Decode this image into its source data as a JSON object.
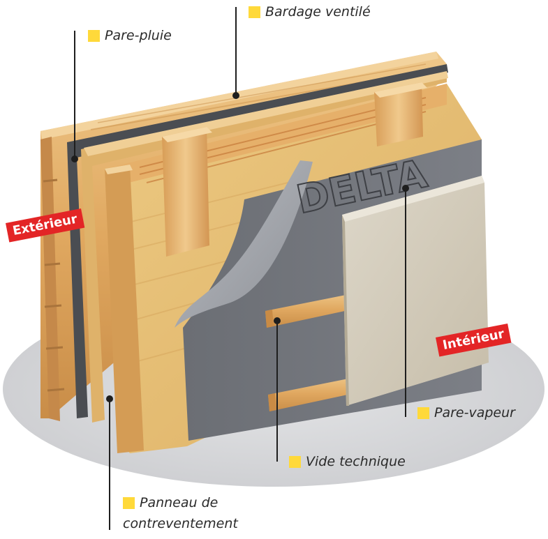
{
  "labels": {
    "bardage": "Bardage ventilé",
    "pare_pluie": "Pare-pluie",
    "pare_vapeur": "Pare-vapeur",
    "vide_technique": "Vide technique",
    "panneau_line1": "Panneau de",
    "panneau_line2": "contreventement",
    "exterieur": "Extérieur",
    "interieur": "Intérieur",
    "membrane_brand": "DELTA"
  },
  "colors": {
    "accent_yellow": "#ffd93a",
    "badge_red": "#e32526",
    "wood": "#e8b56a",
    "insulation": "#e6bf73",
    "membrane": "#6f7278",
    "board": "#d6cfc0",
    "floor": "#d9dadd"
  }
}
